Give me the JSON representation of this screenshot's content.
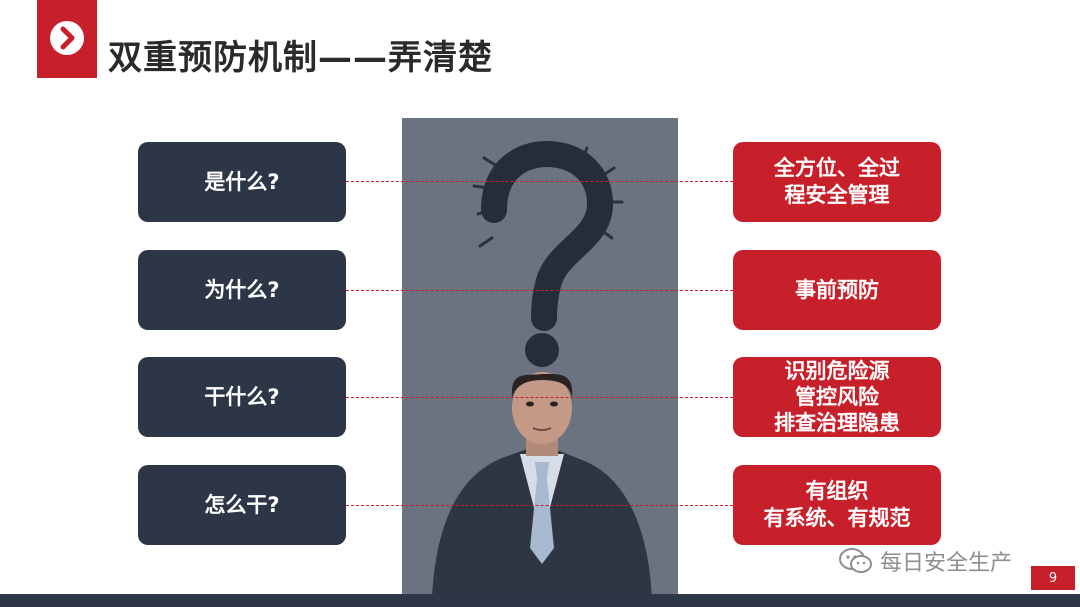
{
  "slide": {
    "title": "双重预防机制——弄清楚",
    "page_number": "9"
  },
  "watermark": {
    "text": "每日安全生产",
    "icon": "wechat-icon"
  },
  "questions": [
    {
      "label": "是什么?"
    },
    {
      "label": "为什么?"
    },
    {
      "label": "干什么?"
    },
    {
      "label": "怎么干?"
    }
  ],
  "answers": [
    {
      "lines": [
        "全方位、全过",
        "程安全管理"
      ]
    },
    {
      "lines": [
        "事前预防"
      ]
    },
    {
      "lines": [
        "识别危险源",
        "管控风险",
        "排查治理隐患"
      ]
    },
    {
      "lines": [
        "有组织",
        "有系统、有规范"
      ]
    }
  ],
  "colors": {
    "accent_red": "#c8202b",
    "dark_navy": "#2c3646",
    "panel_gray": "#6c7380"
  }
}
